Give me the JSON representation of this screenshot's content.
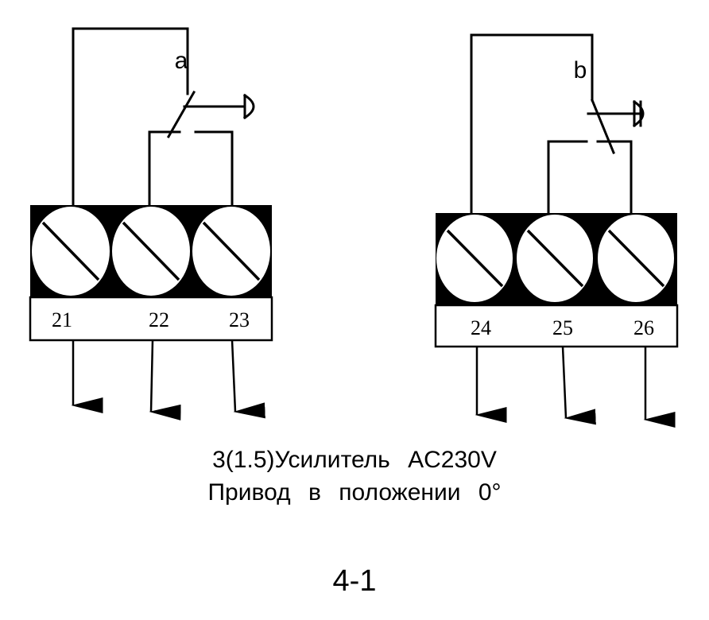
{
  "switch_a": {
    "letter": "a",
    "terminals": [
      "21",
      "22",
      "23"
    ]
  },
  "switch_b": {
    "letter": "b",
    "terminals": [
      "24",
      "25",
      "26"
    ]
  },
  "caption": {
    "line1": "3(1.5)Усилитель AC230V",
    "line2": "Привод в положении 0°"
  },
  "figure_label": "4-1"
}
